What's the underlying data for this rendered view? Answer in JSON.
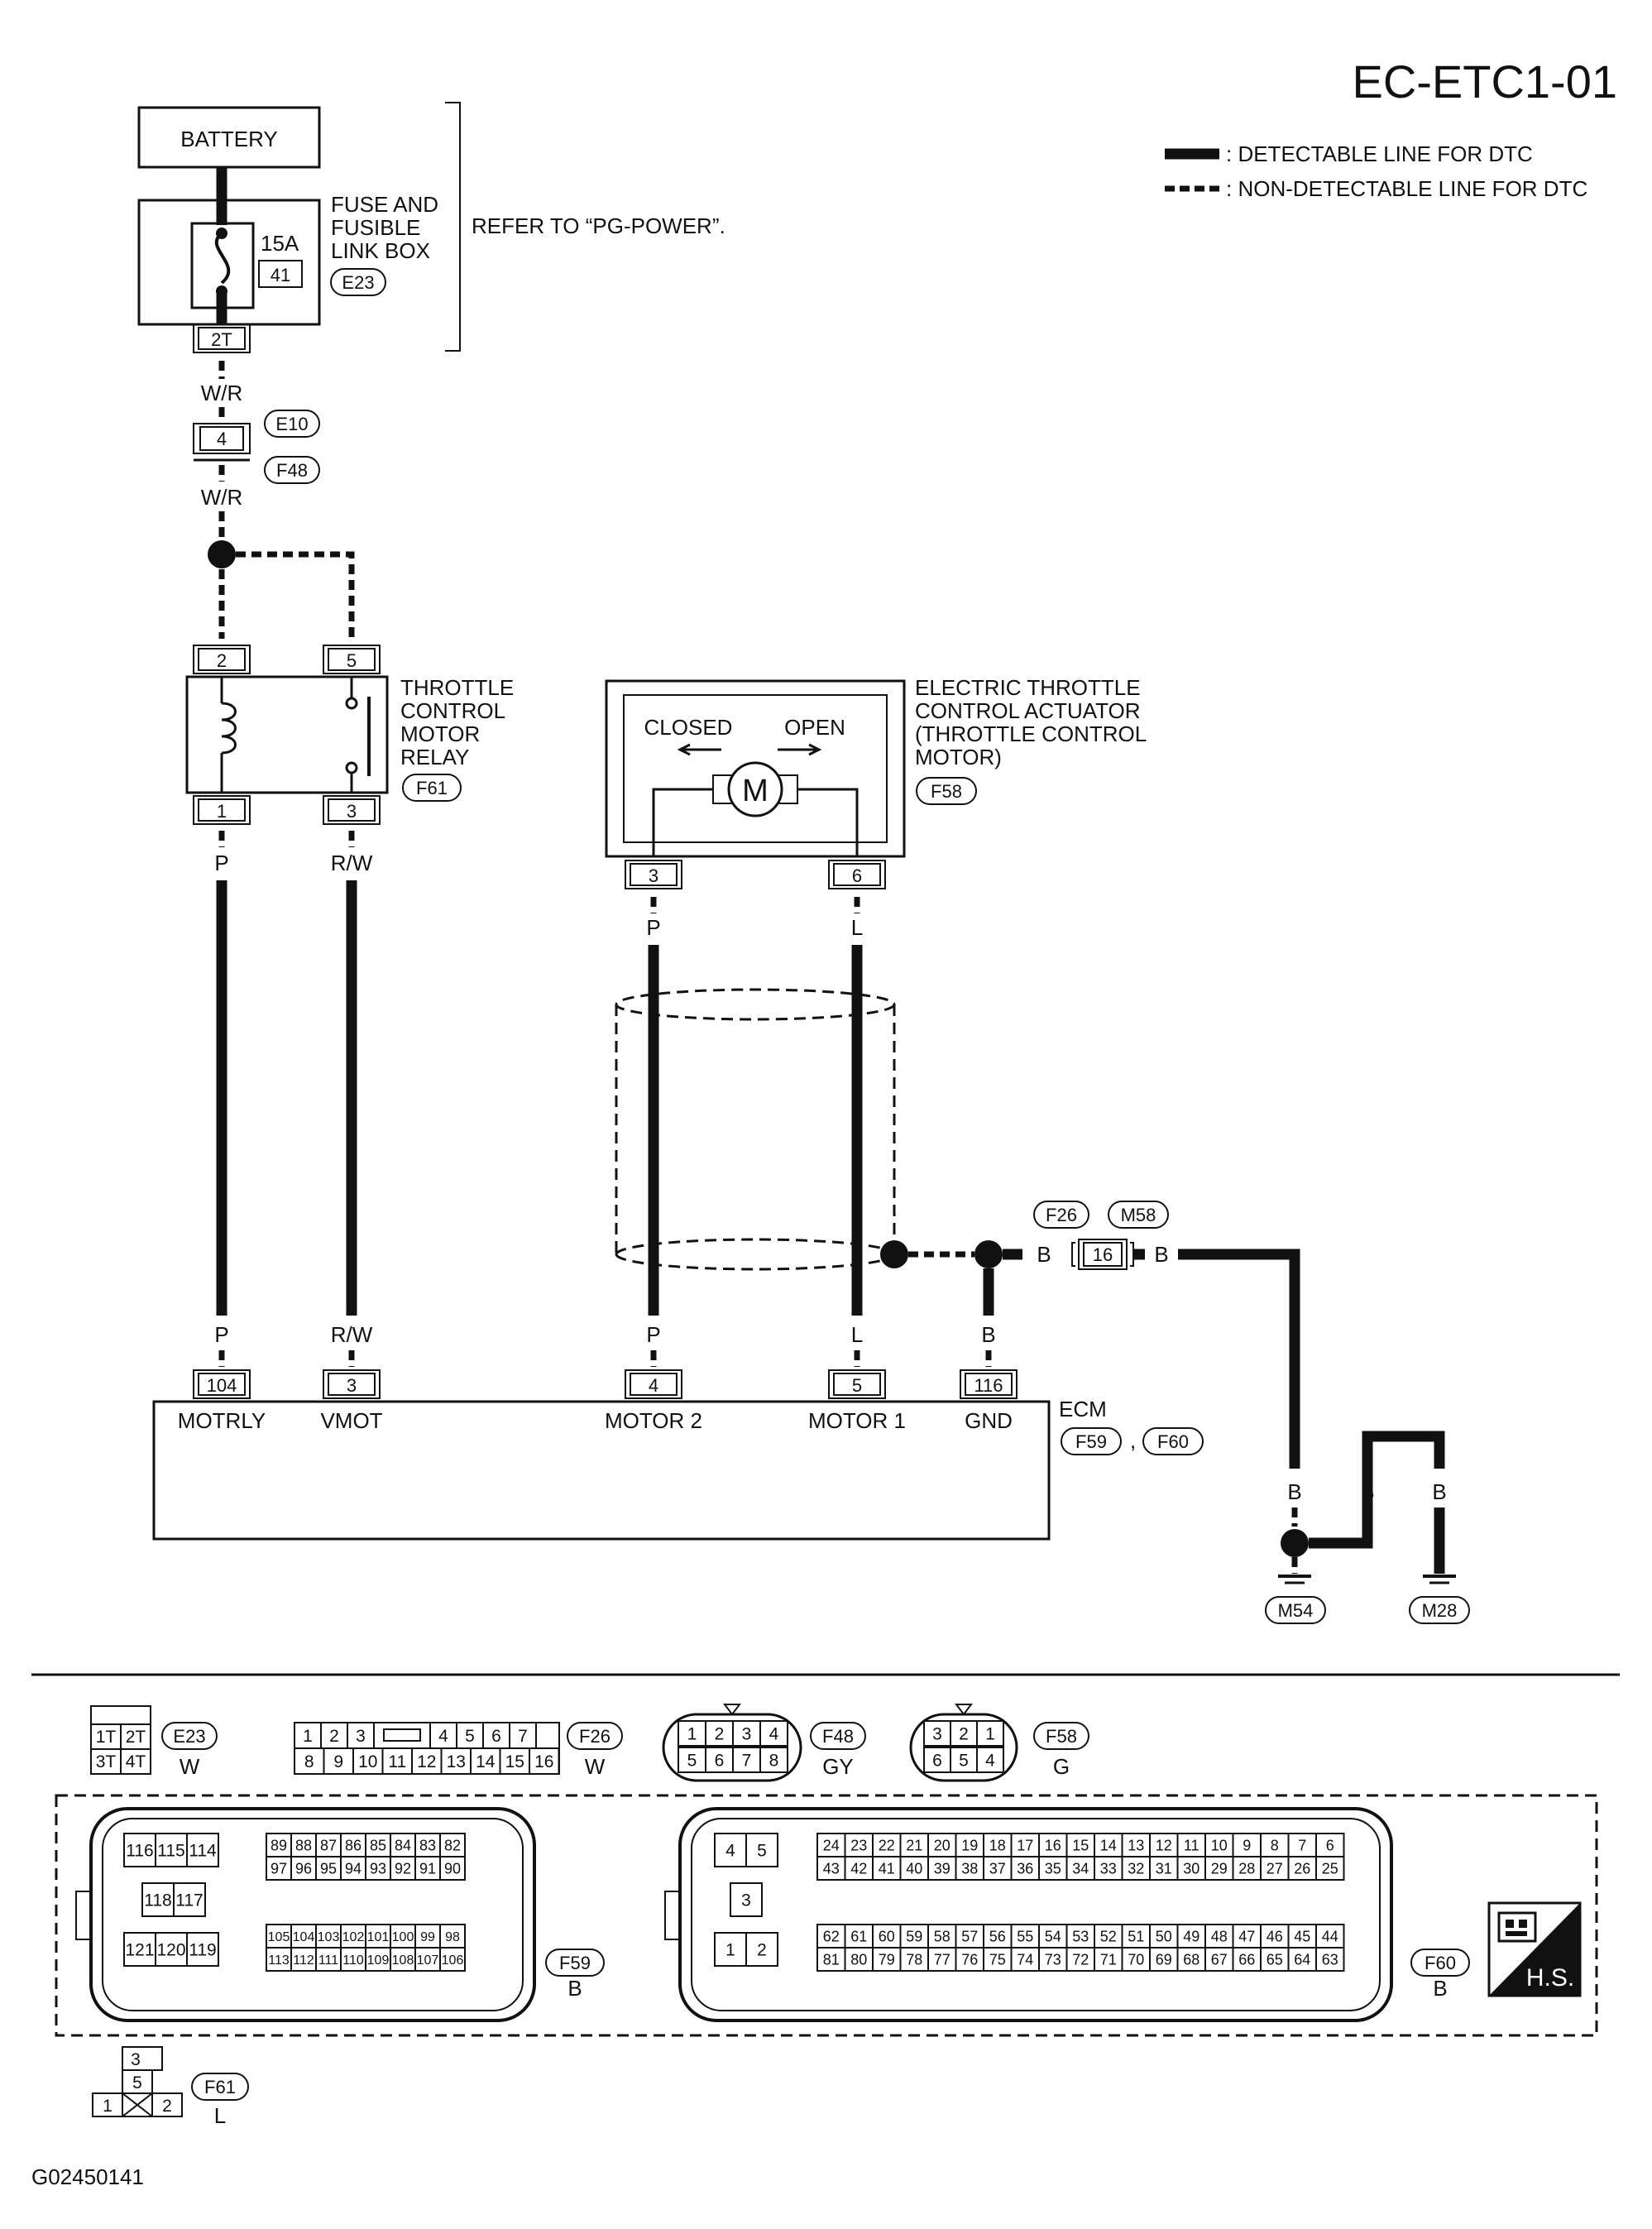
{
  "diagram_id": "EC-ETC1-01",
  "figure_code": "G02450141",
  "legend": {
    "detectable": ": DETECTABLE LINE FOR DTC",
    "non_detectable": ": NON-DETECTABLE LINE FOR DTC"
  },
  "battery": "BATTERY",
  "fuse_box": {
    "line1": "FUSE AND",
    "line2": "FUSIBLE",
    "line3": "LINK BOX",
    "rating": "15A",
    "fuse_no": "41",
    "connector": "E23",
    "terminal": "2T",
    "refer": "REFER TO “PG-POWER”."
  },
  "joint": {
    "upper": "E10",
    "lower": "F48",
    "pin": "4"
  },
  "wire_colors": {
    "wr_top": "W/R",
    "wr_bottom": "W/R"
  },
  "relay": {
    "line1": "THROTTLE",
    "line2": "CONTROL",
    "line3": "MOTOR",
    "line4": "RELAY",
    "connector": "F61",
    "pins": {
      "top_left": "2",
      "top_right": "5",
      "bottom_left": "1",
      "bottom_right": "3"
    },
    "wire_left": "P",
    "wire_right": "R/W"
  },
  "actuator": {
    "line1": "ELECTRIC THROTTLE",
    "line2": "CONTROL ACTUATOR",
    "line3": "(THROTTLE CONTROL",
    "line4": "MOTOR)",
    "connector": "F58",
    "closed": "CLOSED",
    "open": "OPEN",
    "motor": "M",
    "pin_left": "3",
    "pin_right": "6",
    "wire_left": "P",
    "wire_right": "L"
  },
  "ground_joint": {
    "c1": "F26",
    "c2": "M58",
    "pin": "16",
    "wire": "B"
  },
  "ecm": {
    "label": "ECM",
    "connectors": [
      "F59",
      "F60"
    ],
    "sep": ",",
    "terminals": [
      {
        "pin": "104",
        "name": "MOTRLY",
        "wire": "P"
      },
      {
        "pin": "3",
        "name": "VMOT",
        "wire": "R/W"
      },
      {
        "pin": "4",
        "name": "MOTOR 2",
        "wire": "P"
      },
      {
        "pin": "5",
        "name": "MOTOR 1",
        "wire": "L"
      },
      {
        "pin": "116",
        "name": "GND",
        "wire": "B"
      }
    ]
  },
  "grounds": {
    "m54": "M54",
    "m28": "M28",
    "wire": "B"
  },
  "connector_views": {
    "e23": {
      "name": "E23",
      "color": "W",
      "pins": [
        [
          "1T",
          "2T"
        ],
        [
          "3T",
          "4T"
        ]
      ]
    },
    "f26": {
      "name": "F26",
      "color": "W",
      "row1": [
        "1",
        "2",
        "3",
        "",
        "4",
        "5",
        "6",
        "7"
      ],
      "row2": [
        "8",
        "9",
        "10",
        "11",
        "12",
        "13",
        "14",
        "15",
        "16"
      ]
    },
    "f48": {
      "name": "F48",
      "color": "GY",
      "row1": [
        "1",
        "2",
        "3",
        "4"
      ],
      "row2": [
        "5",
        "6",
        "7",
        "8"
      ]
    },
    "f58": {
      "name": "F58",
      "color": "G",
      "row1": [
        "3",
        "2",
        "1"
      ],
      "row2": [
        "6",
        "5",
        "4"
      ]
    },
    "f59": {
      "name": "F59",
      "color": "B",
      "left_row1": [
        "116",
        "115",
        "114"
      ],
      "left_row2": [
        "118",
        "117"
      ],
      "left_row3": [
        "121",
        "120",
        "119"
      ],
      "grid_a1": [
        "89",
        "88",
        "87",
        "86",
        "85",
        "84",
        "83",
        "82"
      ],
      "grid_a2": [
        "97",
        "96",
        "95",
        "94",
        "93",
        "92",
        "91",
        "90"
      ],
      "grid_b1": [
        "105",
        "104",
        "103",
        "102",
        "101",
        "100",
        "99",
        "98"
      ],
      "grid_b2": [
        "113",
        "112",
        "111",
        "110",
        "109",
        "108",
        "107",
        "106"
      ]
    },
    "f60": {
      "name": "F60",
      "color": "B",
      "left_top": [
        "4",
        "5"
      ],
      "left_mid": [
        "3"
      ],
      "left_bot": [
        "1",
        "2"
      ],
      "grid_a1": [
        "24",
        "23",
        "22",
        "21",
        "20",
        "19",
        "18",
        "17",
        "16",
        "15",
        "14",
        "13",
        "12",
        "11",
        "10",
        "9",
        "8",
        "7",
        "6"
      ],
      "grid_a2": [
        "43",
        "42",
        "41",
        "40",
        "39",
        "38",
        "37",
        "36",
        "35",
        "34",
        "33",
        "32",
        "31",
        "30",
        "29",
        "28",
        "27",
        "26",
        "25"
      ],
      "grid_b1": [
        "62",
        "61",
        "60",
        "59",
        "58",
        "57",
        "56",
        "55",
        "54",
        "53",
        "52",
        "51",
        "50",
        "49",
        "48",
        "47",
        "46",
        "45",
        "44"
      ],
      "grid_b2": [
        "81",
        "80",
        "79",
        "78",
        "77",
        "76",
        "75",
        "74",
        "73",
        "72",
        "71",
        "70",
        "69",
        "68",
        "67",
        "66",
        "65",
        "64",
        "63"
      ]
    },
    "f61": {
      "name": "F61",
      "color": "L",
      "top": "3",
      "mid": "5",
      "left": "1",
      "right": "2"
    }
  },
  "hs_badge": "H.S."
}
